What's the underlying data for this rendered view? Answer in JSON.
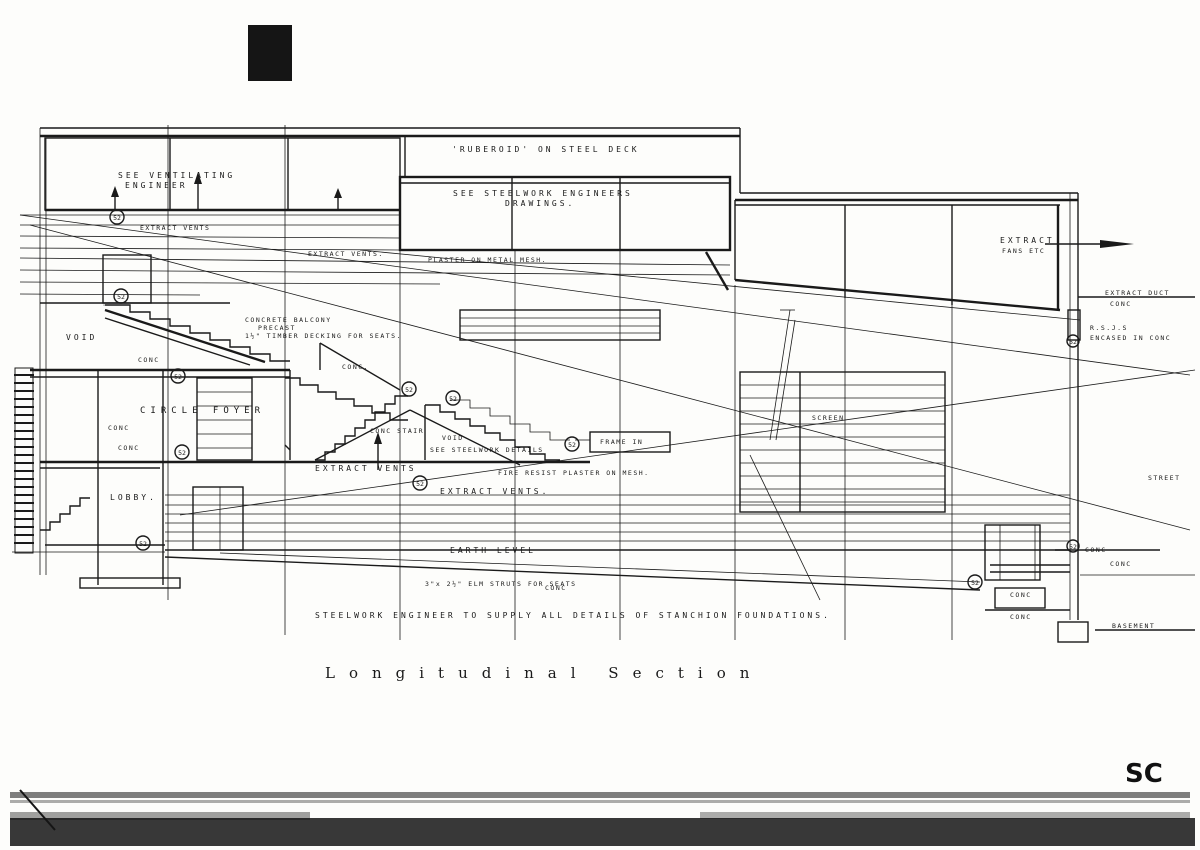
{
  "drawing": {
    "title": "Longitudinal Section",
    "sheet_mark": "SC",
    "notes": {
      "ruberoid": "'RUBEROID' ON STEEL DECK",
      "see_ventilating": "SEE VENTILATING",
      "engineer": "ENGINEER",
      "see_steelwork": "SEE STEELWORK ENGINEERS",
      "drawings": "DRAWINGS.",
      "extract_vents_1": "EXTRACT VENTS",
      "extract_vents_2": "EXTRACT VENTS.",
      "plaster_metal": "PLASTER ON METAL MESH.",
      "extract_fans": "EXTRACT",
      "extract_fans_2": "FANS ETC",
      "extract_duct": "EXTRACT DUCT",
      "conc_right": "CONC",
      "rsjs": "R.S.J.S",
      "encased": "ENCASED IN CONC",
      "concrete_balcony": "CONCRETE BALCONY",
      "precast": "PRECAST",
      "timber_decking": "1½\" TIMBER DECKING FOR SEATS.",
      "void": "VOID",
      "conc_1": "CONC",
      "conc_2": "CONC.",
      "circle_foyer": "CIRCLE FOYER",
      "ceiling_conc": "CONC",
      "circle_conc": "CONC",
      "conc_stair": "CONC STAIR",
      "void_2": "VOID",
      "see_steelwork_details": "SEE STEELWORK DETAILS",
      "fire_resist": "FIRE RESIST PLASTER ON MESH.",
      "frame_in": "FRAME IN",
      "extract_vents_3": "EXTRACT VENTS",
      "extract_vents_4": "EXTRACT VENTS.",
      "screen": "SCREEN",
      "lobby": "LOBBY.",
      "earth_level": "EARTH LEVEL",
      "elm_struts": "3\"x 2½\" ELM STRUTS FOR SEATS",
      "conc_3": "CONC",
      "steelwork_engineer": "STEELWORK ENGINEER TO SUPPLY ALL DETAILS OF STANCHION FOUNDATIONS.",
      "conc_4": "CONC",
      "conc_5": "CONC",
      "conc_6": "CONC",
      "basement": "BASEMENT",
      "conc_7": "CONC",
      "street": "STREET"
    },
    "markers": {
      "m1": "52",
      "m2": "52",
      "m3": "52",
      "m4": "52",
      "m5": "52",
      "m6": "52",
      "m7": "52",
      "m8": "52",
      "m9": "52",
      "m10": "52",
      "m11": "52",
      "m12": "52"
    }
  },
  "colors": {
    "ink": "#1a1a1a",
    "paper": "#fdfdfb",
    "smudge": "#151515"
  }
}
